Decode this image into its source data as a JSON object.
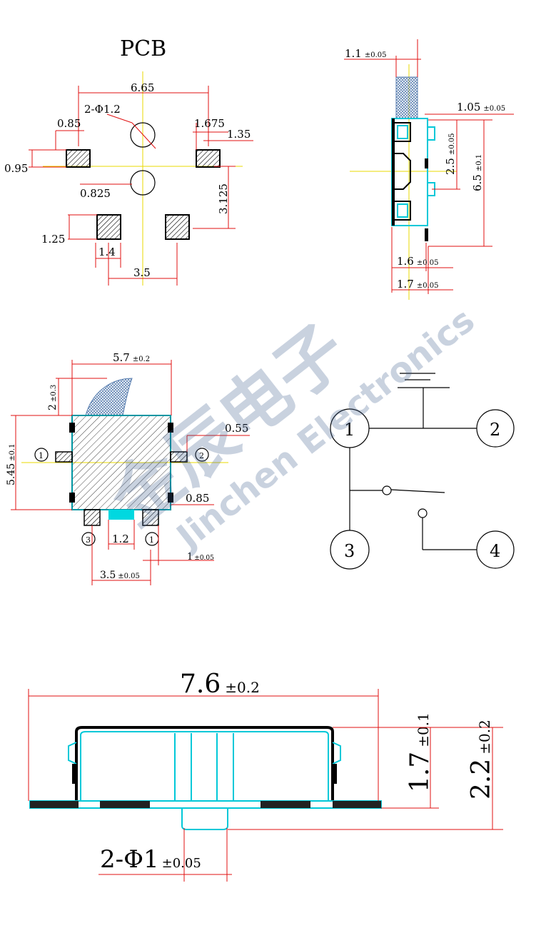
{
  "pcb": {
    "title": "PCB",
    "d_665": "6.65",
    "hole_note": "2-Φ1.2",
    "d_085": "0.85",
    "d_1675": "1.675",
    "d_135": "1.35",
    "d_095": "0.95",
    "d_0825": "0.825",
    "d_3125": "3.125",
    "d_125": "1.25",
    "d_14": "1.4",
    "d_35": "3.5"
  },
  "side_view": {
    "d_11": "1.1",
    "d_11_tol": "±0.05",
    "d_105": "1.05",
    "d_105_tol": "±0.05",
    "d_25": "2.5",
    "d_25_tol": "±0.05",
    "d_65": "6.5",
    "d_65_tol": "±0.1",
    "d_16": "1.6",
    "d_16_tol": "±0.05",
    "d_17": "1.7",
    "d_17_tol": "±0.05"
  },
  "top_view": {
    "d_57": "5.7",
    "d_57_tol": "±0.2",
    "d_2": "2",
    "d_2_tol": "±0.3",
    "d_545": "5.45",
    "d_545_tol": "±0.1",
    "d_055": "0.55",
    "d_085": "0.85",
    "d_12": "1.2",
    "d_1": "1",
    "d_1_tol": "±0.05",
    "d_35": "3.5",
    "d_35_tol": "±0.05",
    "pin1": "1",
    "pin2": "2",
    "pin3": "3",
    "pin4": "1"
  },
  "schematic": {
    "n1": "1",
    "n2": "2",
    "n3": "3",
    "n4": "4"
  },
  "watermark": {
    "cn": "金辰电子",
    "en": "Jinchen Electronics"
  },
  "front_view": {
    "d_76": "7.6",
    "d_76_tol": "±0.2",
    "d_17": "1.7",
    "d_17_tol": "±0.1",
    "d_22": "2.2",
    "d_22_tol": "±0.2",
    "hole_note": "2-Φ1",
    "hole_tol": "±0.05"
  }
}
